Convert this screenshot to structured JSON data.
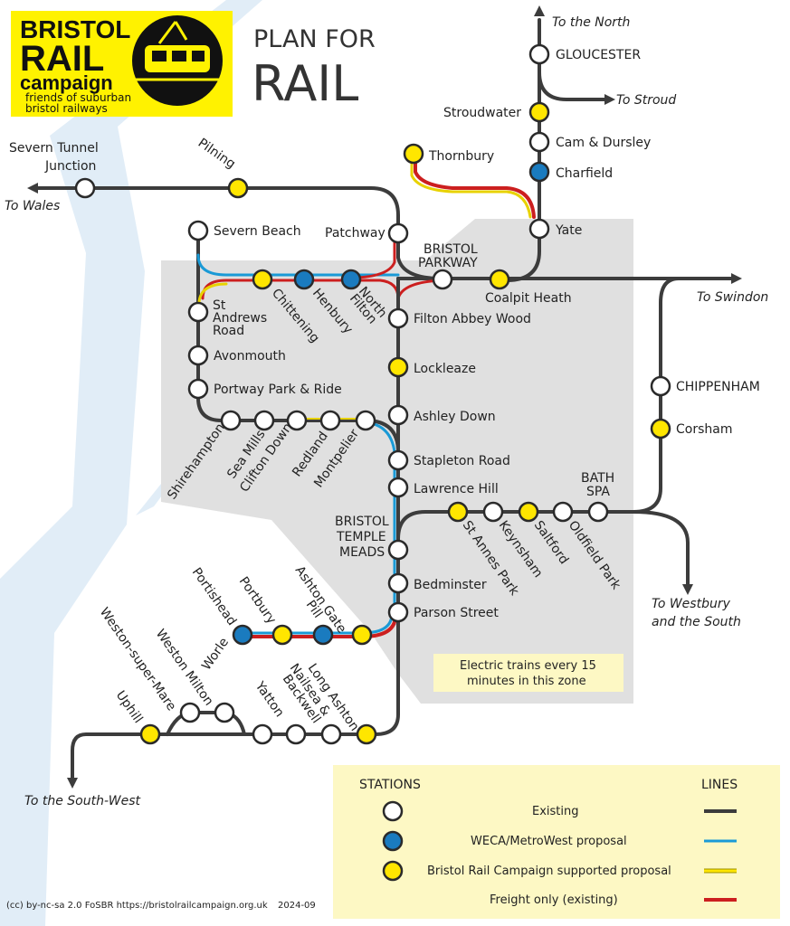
{
  "logo": {
    "line1": "BRISTOL",
    "line2": "RAIL",
    "line3": "campaign",
    "tag1": "friends of suburban",
    "tag2": "bristol railways",
    "bg_color": "#fff200"
  },
  "title": {
    "line1": "PLAN FOR",
    "line2": "RAIL"
  },
  "stations": {
    "gloucester": "GLOUCESTER",
    "stroudwater": "Stroudwater",
    "cam_dursley": "Cam & Dursley",
    "charfield": "Charfield",
    "thornbury": "Thornbury",
    "yate": "Yate",
    "pilning": "Pilning",
    "severn_tunnel_1": "Severn Tunnel",
    "severn_tunnel_2": "Junction",
    "severn_beach": "Severn Beach",
    "patchway": "Patchway",
    "parkway_1": "BRISTOL",
    "parkway_2": "PARKWAY",
    "coalpit_heath": "Coalpit Heath",
    "st_andrews_1": "St",
    "st_andrews_2": "Andrews",
    "st_andrews_3": "Road",
    "chittening": "Chittening",
    "henbury": "Henbury",
    "north_filton_1": "North",
    "north_filton_2": "Filton",
    "filton_abbey_wood": "Filton Abbey Wood",
    "avonmouth": "Avonmouth",
    "portway": "Portway Park & Ride",
    "lockleaze": "Lockleaze",
    "ashley_down": "Ashley Down",
    "shirehampton": "Shirehampton",
    "sea_mills": "Sea Mills",
    "clifton_down": "Clifton Down",
    "redland": "Redland",
    "montpelier": "Montpelier",
    "stapleton_road": "Stapleton Road",
    "lawrence_hill": "Lawrence Hill",
    "temple_meads_1": "BRISTOL",
    "temple_meads_2": "TEMPLE",
    "temple_meads_3": "MEADS",
    "bedminster": "Bedminster",
    "parson_street": "Parson Street",
    "st_annes_park": "St Annes Park",
    "keynsham": "Keynsham",
    "saltford": "Saltford",
    "oldfield_park": "Oldfield Park",
    "bath_spa_1": "BATH",
    "bath_spa_2": "SPA",
    "chippenham": "CHIPPENHAM",
    "corsham": "Corsham",
    "portishead": "Portishead",
    "portbury": "Portbury",
    "pill": "Pill",
    "ashton_gate": "Ashton Gate",
    "weston_super_mare": "Weston-super-Mare",
    "weston_milton": "Weston Milton",
    "uphill": "Uphill",
    "worle": "Worle",
    "yatton": "Yatton",
    "nailsea_1": "Nailsea &",
    "nailsea_2": "Backwell",
    "long_ashton": "Long Ashton"
  },
  "destinations": {
    "north": "To the North",
    "stroud": "To Stroud",
    "wales": "To Wales",
    "swindon": "To Swindon",
    "westbury_1": "To Westbury",
    "westbury_2": "and the South",
    "southwest": "To the South-West"
  },
  "zone_note": {
    "line1": "Electric trains every 15",
    "line2": "minutes in this zone"
  },
  "legend": {
    "stations_header": "STATIONS",
    "lines_header": "LINES",
    "items": [
      {
        "label": "Existing",
        "station_color": "#ffffff",
        "line_color": "#3c3c3c"
      },
      {
        "label": "WECA/MetroWest proposal",
        "station_color": "#1a7bbf",
        "line_color": "#1a9ad6"
      },
      {
        "label": "Bristol Rail Campaign supported proposal",
        "station_color": "#ffe600",
        "line_color": "#e8d200"
      },
      {
        "label": "Freight only (existing)",
        "station_color": null,
        "line_color": "#cc1f1f"
      }
    ]
  },
  "footer": {
    "license": "(cc) by-nc-sa 2.0  FoSBR https://bristolrailcampaign.org.uk",
    "date": "2024-09"
  },
  "colors": {
    "existing_line": "#3c3c3c",
    "weca_line": "#1a9ad6",
    "brc_line": "#e8d200",
    "freight_line": "#cc1f1f",
    "river": "#e1edf7",
    "zone": "#e0e0e0",
    "legend_bg": "#fdf8c4"
  }
}
